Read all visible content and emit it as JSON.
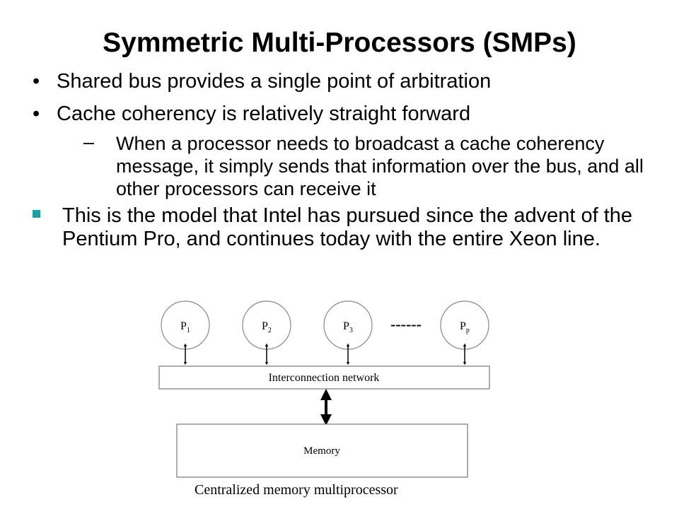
{
  "slide": {
    "title": "Symmetric Multi-Processors (SMPs)",
    "bullets": [
      "Shared bus provides a single point of arbitration",
      "Cache coherency is relatively straight forward"
    ],
    "sub_bullet": "When a processor needs to broadcast a cache coherency message, it simply sends that information over the bus, and all other processors can receive it",
    "square_bullet": "This is the model that Intel has pursued since the advent of the Pentium Pro, and continues today with the entire Xeon line."
  },
  "diagram": {
    "processors": [
      {
        "base": "P",
        "sub": "1"
      },
      {
        "base": "P",
        "sub": "2"
      },
      {
        "base": "P",
        "sub": "3"
      },
      {
        "base": "P",
        "sub": "p"
      }
    ],
    "ellipsis": "------",
    "network_label": "Interconnection network",
    "memory_label": "Memory",
    "caption": "Centralized memory multiprocessor"
  }
}
